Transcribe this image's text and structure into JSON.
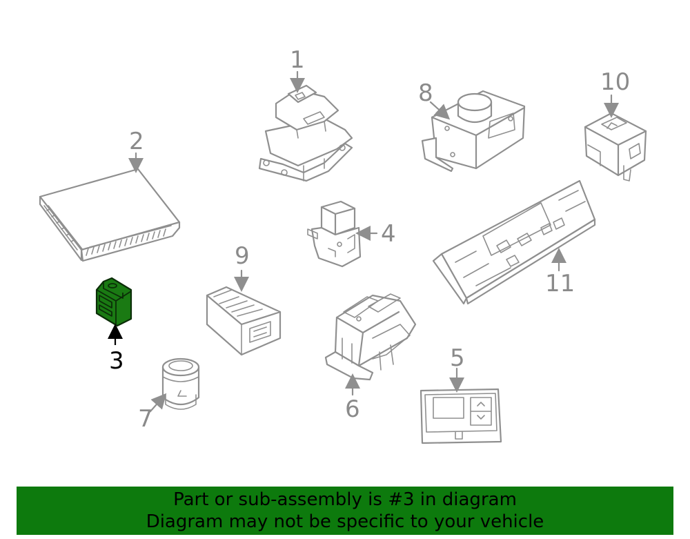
{
  "callouts": {
    "c1": "1",
    "c2": "2",
    "c3": "3",
    "c4": "4",
    "c5": "5",
    "c6": "6",
    "c7": "7",
    "c8": "8",
    "c9": "9",
    "c10": "10",
    "c11": "11"
  },
  "banner": {
    "line1": "Part or sub-assembly is #3 in diagram",
    "line2": "Diagram may not be specific to your vehicle"
  },
  "colors": {
    "highlight_fill": "#1a7a13",
    "banner_bg": "#0d7a0d",
    "line_gray": "#8f8f8f"
  }
}
